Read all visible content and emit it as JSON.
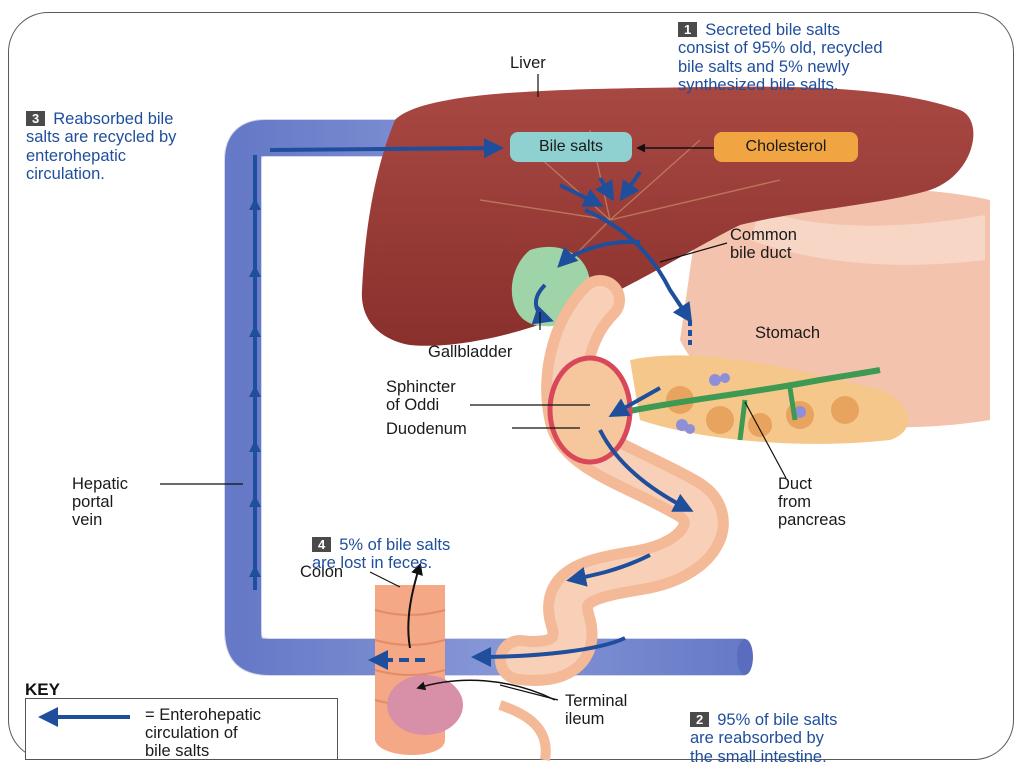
{
  "labels": {
    "liver": "Liver",
    "common_bile_duct": "Common\nbile duct",
    "stomach": "Stomach",
    "gallbladder": "Gallbladder",
    "sphincter": "Sphincter\nof Oddi",
    "duodenum": "Duodenum",
    "hepatic_portal_vein": "Hepatic\nportal\nvein",
    "duct_from_pancreas": "Duct\nfrom\npancreas",
    "colon": "Colon",
    "terminal_ileum": "Terminal\nileum"
  },
  "boxes": {
    "bile_salts": "Bile salts",
    "cholesterol": "Cholesterol"
  },
  "steps": [
    {
      "num": "1",
      "text": "Secreted bile salts\nconsist of 95% old, recycled\nbile salts and 5% newly\nsynthesized bile salts."
    },
    {
      "num": "2",
      "text": "95% of bile salts\nare reabsorbed by\nthe small intestine."
    },
    {
      "num": "3",
      "text": "Reabsorbed bile\nsalts are recycled by\nenterohepatic\ncirculation."
    },
    {
      "num": "4",
      "text": "5% of bile salts\nare lost in feces."
    }
  ],
  "key": {
    "title": "KEY",
    "text": "= Enterohepatic\ncirculation of\nbile salts"
  },
  "colors": {
    "liver": "#9b3a35",
    "portal_vein": "#7d8fd6",
    "arrow_blue": "#1f4f9c",
    "bile_box": "#8fd0d0",
    "cholesterol_box": "#f0a542",
    "intestine": "#f4b996",
    "gallbladder": "#9fd3a8",
    "step_text": "#1f4e9b"
  }
}
